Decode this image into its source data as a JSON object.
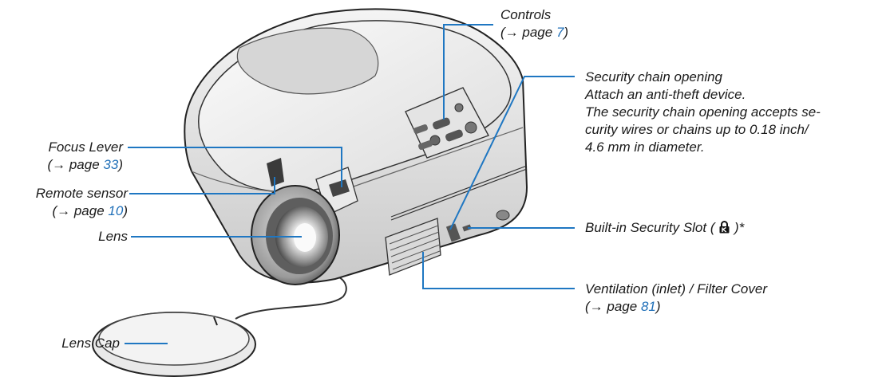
{
  "colors": {
    "leader": "#1f77c2",
    "page_link": "#1f6fb8",
    "text": "#1a1a1a"
  },
  "labels": {
    "controls": {
      "title": "Controls",
      "ref_prefix": "(→ page ",
      "ref_page": "7",
      "ref_suffix": ")"
    },
    "security_chain": {
      "lines": [
        "Security chain opening",
        "Attach an anti-theft device.",
        "The security chain opening accepts se-",
        "curity wires or chains up to 0.18 inch/",
        "4.6 mm in diameter."
      ]
    },
    "focus_lever": {
      "title": "Focus Lever",
      "ref_prefix": "(→ page ",
      "ref_page": "33",
      "ref_suffix": ")"
    },
    "remote_sensor": {
      "title": "Remote sensor",
      "ref_prefix": "(→ page ",
      "ref_page": "10",
      "ref_suffix": ")"
    },
    "lens": {
      "title": "Lens"
    },
    "security_slot": {
      "prefix": "Built-in Security Slot (",
      "icon": "kensington-lock-icon",
      "suffix": ")*"
    },
    "ventilation": {
      "title": "Ventilation (inlet) / Filter Cover",
      "ref_prefix": "(→ page ",
      "ref_page": "81",
      "ref_suffix": ")"
    },
    "lens_cap": {
      "title": "Lens Cap"
    }
  }
}
